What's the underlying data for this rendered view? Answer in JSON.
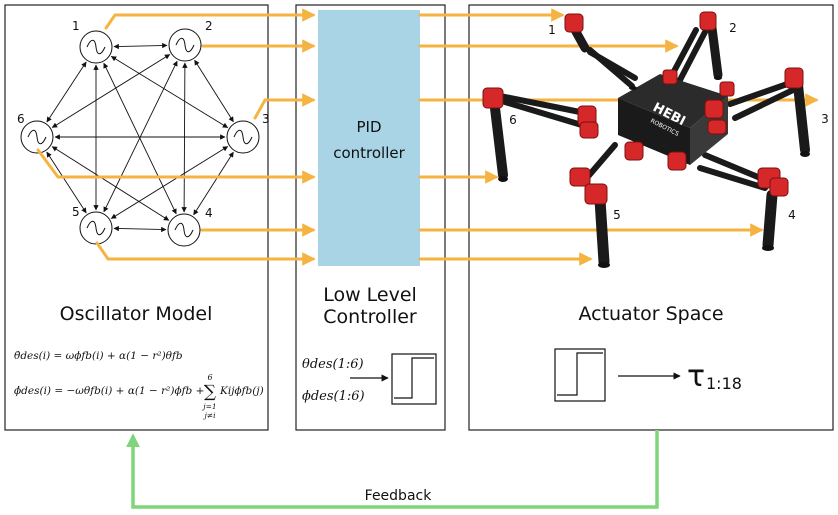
{
  "panels": {
    "oscillator": {
      "title": "Oscillator Model"
    },
    "controller": {
      "title_line1": "Low Level",
      "title_line2": "Controller",
      "block_line1": "PID",
      "block_line2": "controller"
    },
    "actuator": {
      "title": "Actuator Space"
    }
  },
  "nodes": [
    {
      "id": 1,
      "label": "1"
    },
    {
      "id": 2,
      "label": "2"
    },
    {
      "id": 3,
      "label": "3"
    },
    {
      "id": 4,
      "label": "4"
    },
    {
      "id": 5,
      "label": "5"
    },
    {
      "id": 6,
      "label": "6"
    }
  ],
  "robot_legs": [
    "1",
    "2",
    "3",
    "4",
    "5",
    "6"
  ],
  "robot_brand": {
    "line1": "HEBI",
    "line2": "ROBOTICS"
  },
  "equations": {
    "eq1_lhs": "θ̇des(i) = ωϕfb(i) + α(1 − r²)θfb",
    "eq2_lhs": "ϕ̇des(i) = −ωθfb(i) + α(1 − r²)ϕfb + ",
    "eq2_sum_top": "6",
    "eq2_sum_sym": "∑",
    "eq2_sum_bot1": "j=1",
    "eq2_sum_bot2": "j≠i",
    "eq2_sum_term": "Kijϕfb(j)"
  },
  "controller_inputs": {
    "theta": "θdes(1:6)",
    "phi": "ϕdes(1:6)"
  },
  "output_symbol": "τ",
  "output_subscript": "1:18",
  "feedback_label": "Feedback",
  "colors": {
    "arrow_orange": "#f5b342",
    "pid_block": "#a8d4e6",
    "feedback_green": "#7fd67a",
    "robot_red": "#d62828",
    "robot_black": "#1a1a1a"
  }
}
